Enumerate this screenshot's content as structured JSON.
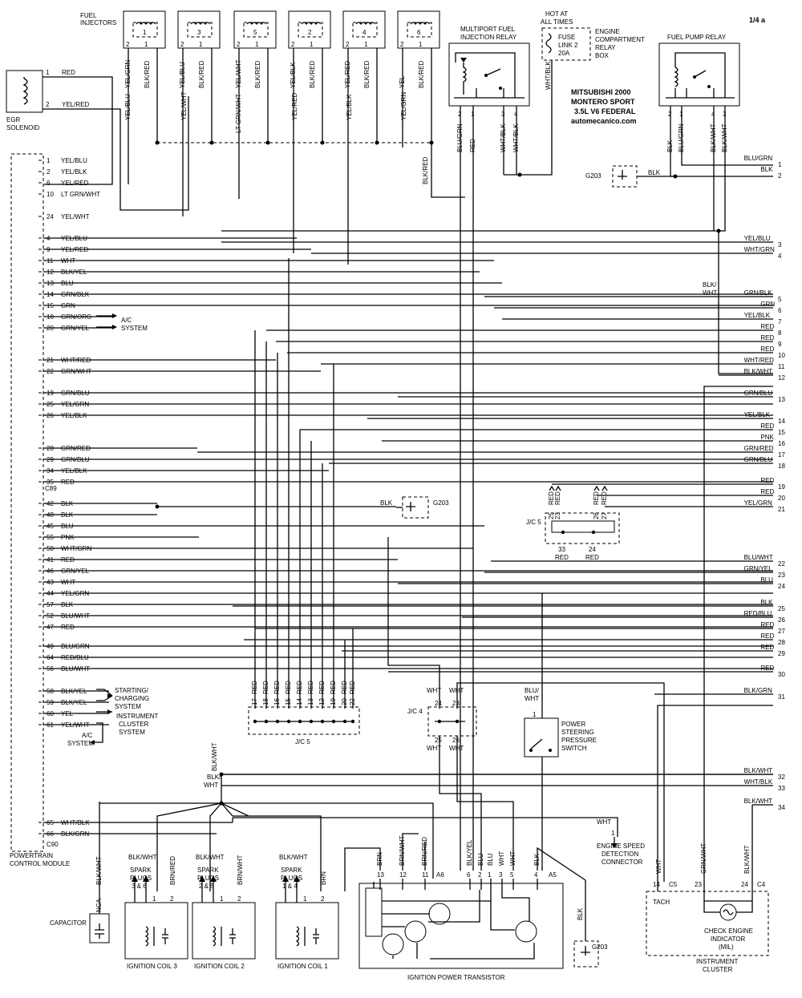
{
  "page_label": "1/4 a",
  "header": {
    "line1": "MITSUBISHI 2000",
    "line2": "MONTERO SPORT",
    "line3": "3.5L V6  FEDERAL",
    "line4": "automecanico.com"
  },
  "hot_at_all_times": [
    "HOT AT",
    "ALL TIMES"
  ],
  "fuse": [
    "FUSE",
    "LINK 2",
    "20A"
  ],
  "relay_box": [
    "ENGINE",
    "COMPARTMENT",
    "RELAY",
    "BOX"
  ],
  "fuel_injectors": {
    "label": [
      "FUEL",
      "INJECTORS"
    ],
    "items": [
      {
        "num": "1",
        "pins": [
          "2",
          "1"
        ],
        "wires": [
          "YEL/GRN",
          "BLK/RED"
        ]
      },
      {
        "num": "3",
        "pins": [
          "2",
          "1"
        ],
        "wires": [
          "YEL/BLU",
          "BLK/RED"
        ]
      },
      {
        "num": "5",
        "pins": [
          "2",
          "1"
        ],
        "wires": [
          "YEL/WHT",
          "BLK/RED"
        ]
      },
      {
        "num": "2",
        "pins": [
          "2",
          "1"
        ],
        "wires": [
          "YEL/BLK",
          "BLK/RED"
        ]
      },
      {
        "num": "4",
        "pins": [
          "2",
          "1"
        ],
        "wires": [
          "YEL/RED",
          "BLK/RED"
        ]
      },
      {
        "num": "6",
        "pins": [
          "2",
          "1"
        ],
        "wires": [
          "YEL",
          "BLK/RED"
        ]
      }
    ]
  },
  "multiport_relay": {
    "label": [
      "MULTIPORT FUEL",
      "INJECTION RELAY"
    ],
    "pins": [
      "2",
      "1",
      "3",
      "4"
    ],
    "wires": [
      "BLU/GRN",
      "RED",
      "WHT/BLK",
      "WHT/BLK"
    ]
  },
  "fuel_pump_relay": {
    "label": "FUEL PUMP RELAY",
    "pins": [
      "2",
      "1",
      "4",
      "3"
    ],
    "wires": [
      "BLK",
      "BLU/GRN",
      "BLK/WHT",
      "BLK/WHT"
    ]
  },
  "egr": {
    "label": [
      "EGR",
      "SOLENOID"
    ],
    "pins": [
      {
        "pin": "1",
        "wire": "RED"
      },
      {
        "pin": "2",
        "wire": "YEL/RED"
      }
    ]
  },
  "mid_wires": [
    "YEL/BLU",
    "YEL/WHT",
    "LT GRN/WHT",
    "YEL/RED",
    "YEL/BLK",
    "YEL/GRN",
    "BLK/RED",
    "WHT/BLK"
  ],
  "pcm": {
    "label": [
      "POWERTRAIN",
      "CONTROL MODULE"
    ],
    "pins": [
      {
        "pin": "1",
        "wire": "YEL/BLU"
      },
      {
        "pin": "2",
        "wire": "YEL/BLK"
      },
      {
        "pin": "6",
        "wire": "YEL/RED"
      },
      {
        "pin": "10",
        "wire": "LT GRN/WHT"
      },
      {
        "pin": "24",
        "wire": "YEL/WHT"
      },
      {
        "pin": "4",
        "wire": "YEL/BLU"
      },
      {
        "pin": "9",
        "wire": "YEL/RED"
      },
      {
        "pin": "11",
        "wire": "WHT"
      },
      {
        "pin": "12",
        "wire": "BLK/YEL"
      },
      {
        "pin": "13",
        "wire": "BLU"
      },
      {
        "pin": "14",
        "wire": "GRN/BLK"
      },
      {
        "pin": "15",
        "wire": "GRN"
      },
      {
        "pin": "18",
        "wire": "GRN/ORG"
      },
      {
        "pin": "20",
        "wire": "GRN/YEL"
      },
      {
        "pin": "21",
        "wire": "WHT/RED"
      },
      {
        "pin": "22",
        "wire": "GRN/WHT"
      },
      {
        "pin": "19",
        "wire": "GRN/BLU"
      },
      {
        "pin": "25",
        "wire": "YEL/GRN"
      },
      {
        "pin": "26",
        "wire": "YEL/BLK"
      },
      {
        "pin": "28",
        "wire": "GRN/RED"
      },
      {
        "pin": "29",
        "wire": "GRN/BLU"
      },
      {
        "pin": "34",
        "wire": "YEL/BLK"
      },
      {
        "pin": "35",
        "wire": "RED"
      },
      {
        "pin": "42",
        "wire": "BLK"
      },
      {
        "pin": "48",
        "wire": "BLK"
      },
      {
        "pin": "45",
        "wire": "BLU"
      },
      {
        "pin": "55",
        "wire": "PNK"
      },
      {
        "pin": "50",
        "wire": "WHT/GRN"
      },
      {
        "pin": "41",
        "wire": "RED"
      },
      {
        "pin": "46",
        "wire": "GRN/YEL"
      },
      {
        "pin": "43",
        "wire": "WHT"
      },
      {
        "pin": "44",
        "wire": "YEL/GRN"
      },
      {
        "pin": "57",
        "wire": "BLK"
      },
      {
        "pin": "52",
        "wire": "BLU/WHT"
      },
      {
        "pin": "47",
        "wire": "RED"
      },
      {
        "pin": "49",
        "wire": "BLU/GRN"
      },
      {
        "pin": "64",
        "wire": "RED/BLU"
      },
      {
        "pin": "56",
        "wire": "BLU/WHT"
      },
      {
        "pin": "58",
        "wire": "BLK/YEL"
      },
      {
        "pin": "59",
        "wire": "BLK/YEL"
      },
      {
        "pin": "60",
        "wire": "YEL"
      },
      {
        "pin": "61",
        "wire": "YEL/WHT"
      },
      {
        "pin": "65",
        "wire": "WHT/BLK"
      },
      {
        "pin": "66",
        "wire": "BLK/GRN"
      }
    ],
    "c89": "C89",
    "c90": "C90"
  },
  "ac_system_1": [
    "A/C",
    "SYSTEM"
  ],
  "starting_charging": [
    "STARTING/",
    "CHARGING",
    "SYSTEM"
  ],
  "instrument_cluster_system": [
    "INSTRUMENT",
    "CLUSTER",
    "SYSTEM"
  ],
  "ac_system_2": [
    "A/C",
    "SYSTEM"
  ],
  "right_connectors": [
    {
      "num": "1",
      "wire": "BLU/GRN"
    },
    {
      "num": "2",
      "wire": "BLK"
    },
    {
      "num": "3",
      "wire": "YEL/BLU"
    },
    {
      "num": "4",
      "wire": "WHT/GRN"
    },
    {
      "num": "5",
      "wire": "GRN/BLK"
    },
    {
      "num": "6",
      "wire": "GRN"
    },
    {
      "num": "7",
      "wire": "YEL/BLK"
    },
    {
      "num": "8",
      "wire": "RED"
    },
    {
      "num": "9",
      "wire": "RED"
    },
    {
      "num": "10",
      "wire": "RED"
    },
    {
      "num": "11",
      "wire": "WHT/RED"
    },
    {
      "num": "12",
      "wire": "BLK/WHT"
    },
    {
      "num": "13",
      "wire": "GRN/BLU"
    },
    {
      "num": "14",
      "wire": "YEL/BLK"
    },
    {
      "num": "15",
      "wire": "RED"
    },
    {
      "num": "16",
      "wire": "PNK"
    },
    {
      "num": "17",
      "wire": "GRN/RED"
    },
    {
      "num": "18",
      "wire": "GRN/BLU"
    },
    {
      "num": "19",
      "wire": "RED"
    },
    {
      "num": "20",
      "wire": "RED"
    },
    {
      "num": "21",
      "wire": "YEL/GRN"
    },
    {
      "num": "22",
      "wire": "BLU/WHT"
    },
    {
      "num": "23",
      "wire": "GRN/YEL"
    },
    {
      "num": "24",
      "wire": "BLU"
    },
    {
      "num": "25",
      "wire": "BLK"
    },
    {
      "num": "26",
      "wire": "RED/BLU"
    },
    {
      "num": "27",
      "wire": "RED"
    },
    {
      "num": "28",
      "wire": "RED"
    },
    {
      "num": "29",
      "wire": "RED"
    },
    {
      "num": "30",
      "wire": "RED"
    },
    {
      "num": "31",
      "wire": "BLK/GRN"
    },
    {
      "num": "32",
      "wire": "BLK/WHT"
    },
    {
      "num": "33",
      "wire": "WHT/BLK"
    },
    {
      "num": "34",
      "wire": "BLK/WHT"
    }
  ],
  "blk_wht_note": [
    "BLK/",
    "WHT"
  ],
  "g203": "G203",
  "g203_wire": "BLK",
  "jc5_right": {
    "label": "J/C 5",
    "top_pins": [
      "25",
      "23",
      "26",
      "27"
    ],
    "top_wires": [
      "RED",
      "RED",
      "RED",
      "RED"
    ],
    "bottom_pins": [
      "33",
      "24"
    ],
    "bottom_wires": [
      "RED",
      "RED"
    ]
  },
  "jc5_bottom": {
    "label": "J/C 5",
    "pins": [
      "17",
      "18",
      "16",
      "15",
      "14",
      "13",
      "12",
      "19",
      "20",
      "22"
    ],
    "wires": [
      "RED",
      "RED",
      "RED",
      "RED",
      "RED",
      "RED",
      "RED",
      "RED",
      "RED",
      "RED"
    ]
  },
  "jc4": {
    "label": "J/C 4",
    "top_pins": [
      "24",
      "23"
    ],
    "top_wires": [
      "WHT",
      "WHT"
    ],
    "bottom_pins": [
      "25",
      "26"
    ],
    "bottom_wires": [
      "WHT",
      "WHT"
    ]
  },
  "ps_switch": {
    "label": [
      "POWER",
      "STEERING",
      "PRESSURE",
      "SWITCH"
    ],
    "wire": [
      "BLU/",
      "WHT"
    ],
    "pin": "1"
  },
  "esd_connector": {
    "label": [
      "ENGINE SPEED",
      "DETECTION",
      "CONNECTOR"
    ],
    "wire": "WHT",
    "pin": "1"
  },
  "blk_wht_vertical": "BLK/WHT",
  "blk_wht_splice": [
    "BLK/",
    "WHT"
  ],
  "ignition_coils": [
    {
      "label": "IGNITION COIL 3",
      "plugs": [
        "SPARK",
        "PLUGS",
        "3 & 6"
      ],
      "wire_in": "BLK/WHT",
      "wire_out": "BRN/RED",
      "pins": [
        "1",
        "2"
      ]
    },
    {
      "label": "IGNITION COIL 2",
      "plugs": [
        "SPARK",
        "PLUGS",
        "2 & 5"
      ],
      "wire_in": "BLK/WHT",
      "wire_out": "BRN/WHT",
      "pins": [
        "1",
        "2"
      ]
    },
    {
      "label": "IGNITION COIL 1",
      "plugs": [
        "SPARK",
        "PLUGS",
        "1 & 4"
      ],
      "wire_in": "BLK/WHT",
      "wire_out": "BRN",
      "pins": [
        "1",
        "2"
      ]
    }
  ],
  "capacitor": {
    "label": "CAPACITOR",
    "wire": "BLK/WHT",
    "nca": "NCA"
  },
  "transistor": {
    "label": "IGNITION POWER TRANSISTOR",
    "pins": [
      "13",
      "12",
      "11",
      "6",
      "2",
      "1",
      "3",
      "5",
      "4"
    ],
    "wires": [
      "BRN",
      "BRN/WHT",
      "BRN/RED",
      "BLK/YEL",
      "BLU",
      "BLU",
      "WHT",
      "WHT",
      "BLK"
    ],
    "conn_a6": "A6",
    "conn_a5": "A5"
  },
  "ground_g203_wire": "BLK",
  "instrument_cluster": {
    "label": [
      "INSTRUMENT",
      "CLUSTER"
    ],
    "tach": "TACH",
    "mil": [
      "CHECK ENGINE",
      "INDICATOR",
      "(MIL)"
    ],
    "pins": [
      "14",
      "23",
      "24"
    ],
    "connectors": [
      "C5",
      "C4"
    ],
    "wires": [
      "WHT",
      "GRN/WHT",
      "BLK/WHT"
    ]
  }
}
